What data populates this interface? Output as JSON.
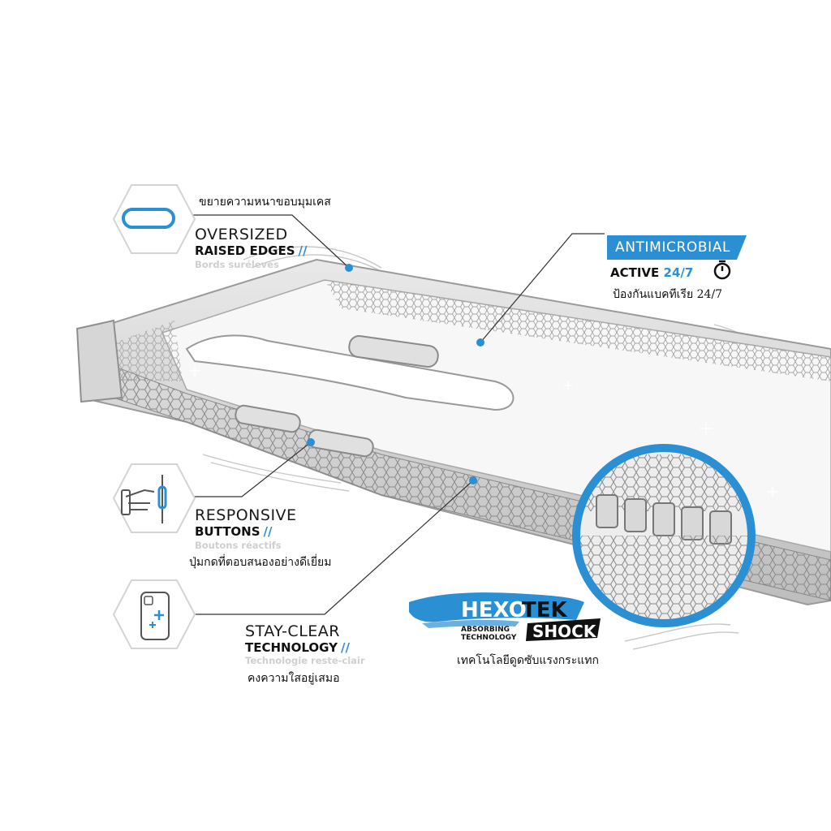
{
  "features": {
    "raised_edges": {
      "thai_top": "ขยายความหนาขอบมุมเคส",
      "title": "OVERSIZED",
      "subtitle": "RAISED EDGES",
      "slash": "//",
      "french": "Bords surélevés"
    },
    "antimicrobial": {
      "title": "ANTIMICROBIAL",
      "active_label": "ACTIVE",
      "active_value": "24/7",
      "thai": "ป้องกันแบคทีเรีย 24/7"
    },
    "responsive_buttons": {
      "title": "RESPONSIVE",
      "subtitle": "BUTTONS",
      "slash": "//",
      "french": "Boutons réactifs",
      "thai": "ปุ่มกดที่ตอบสนองอย่างดีเยี่ยม"
    },
    "stay_clear": {
      "title": "STAY-CLEAR",
      "subtitle": "TECHNOLOGY",
      "slash": "//",
      "french": "Technologie reste-clair",
      "thai": "คงความใสอยู่เสมอ"
    },
    "hexotek": {
      "hexo": "HEXO",
      "tek": "TEK",
      "absorbing": "ABSORBING",
      "technology": "TECHNOLOGY",
      "shock": "SHOCK",
      "thai": "เทคโนโลยีดูดซับแรงกระแทก"
    }
  },
  "colors": {
    "accent": "#2b8fd4",
    "text": "#111111",
    "muted": "#cfcfcf",
    "leader": "#333333"
  },
  "icons": [
    "raised-edge-icon",
    "finger-press-icon",
    "phone-clear-icon",
    "stopwatch-icon"
  ]
}
